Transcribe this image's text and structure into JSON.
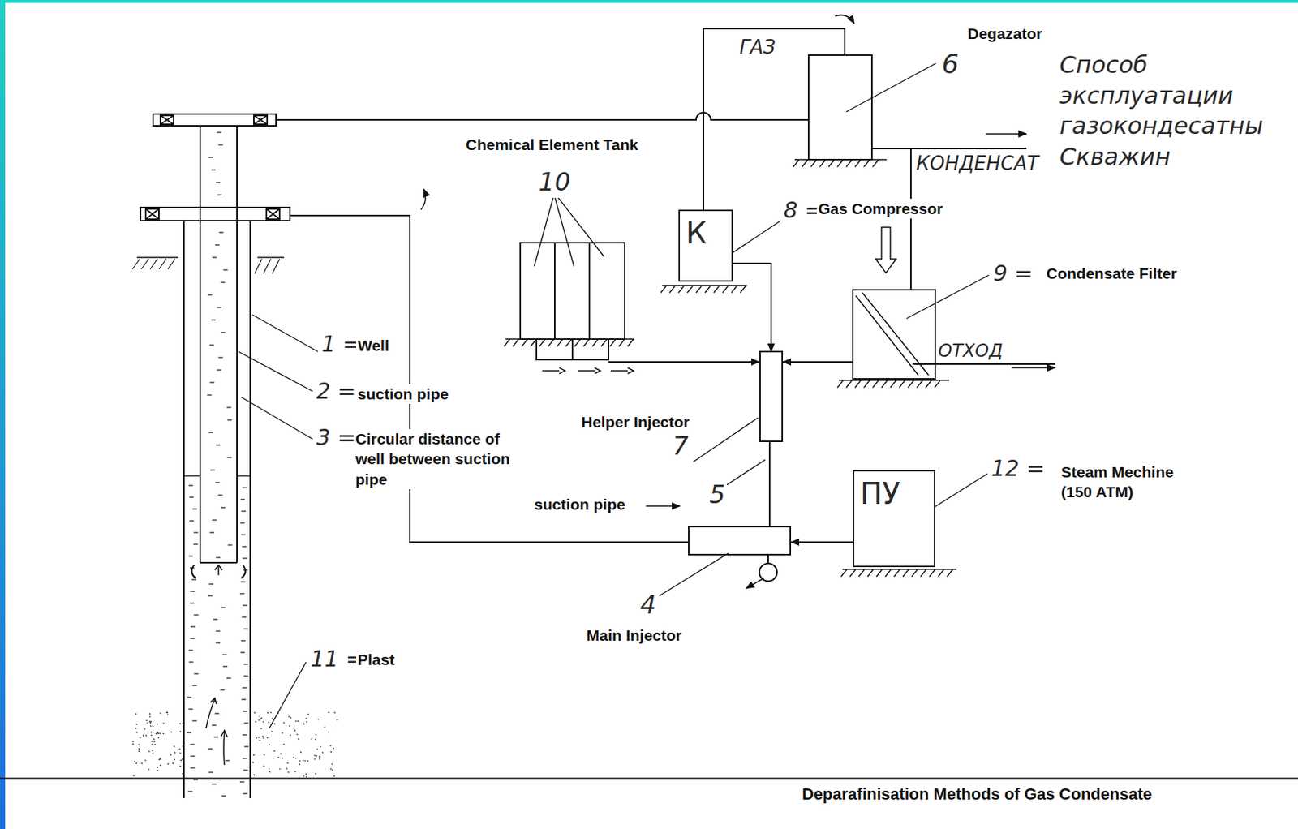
{
  "diagram": {
    "caption": "Deparafinisation Methods of Gas Condensate",
    "nodes": [
      {
        "text": [
          "К"
        ]
      },
      {
        "text": [
          "ПУ"
        ]
      }
    ],
    "labels": [
      "ГАЗ",
      "Degazator",
      "6",
      "Способ эксплуатации газокондесатны Скважин",
      "Chemical Element Tank",
      "КОНДЕНСАТ",
      "10",
      "8 =",
      "Gas Compressor",
      "9 =",
      "Condensate Filter",
      "1 =",
      "Well",
      "ОТХОД",
      "2 =",
      "suction pipe",
      "Helper Injector",
      "3 =",
      "Circular distance of well between suction pipe",
      "7",
      "12 =",
      "Steam Mechine (150 ATM)",
      "suction pipe",
      "5",
      "4",
      "Main Injector",
      "11 =",
      "Plast"
    ]
  }
}
